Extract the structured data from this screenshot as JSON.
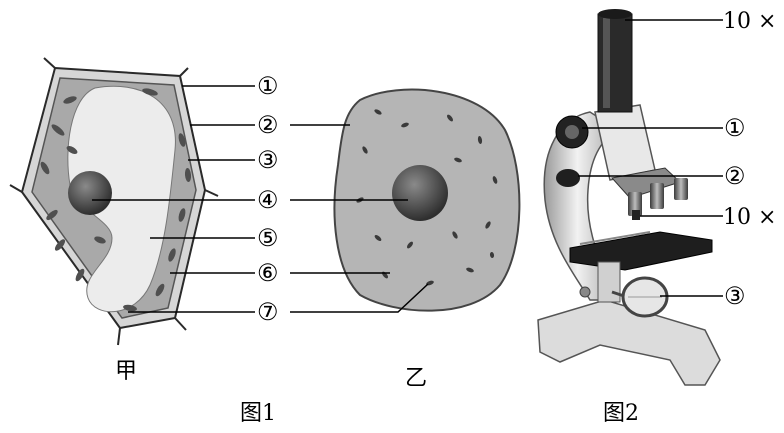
{
  "figure1": {
    "caption": "图1",
    "plant_cell": {
      "name": "甲"
    },
    "animal_cell": {
      "name": "乙"
    },
    "labels": [
      "①",
      "②",
      "③",
      "④",
      "⑤",
      "⑥",
      "⑦"
    ]
  },
  "figure2": {
    "caption": "图2",
    "eyepiece_mag": "10 ×",
    "objective_mag": "10 ×",
    "labels": [
      "①",
      "②",
      "③"
    ]
  },
  "colors": {
    "cell_gray": "#a9a9a9",
    "vacuole": "#ececec",
    "nucleus": "#4a4a4a",
    "animal_cytoplasm": "#b5b5b5"
  }
}
